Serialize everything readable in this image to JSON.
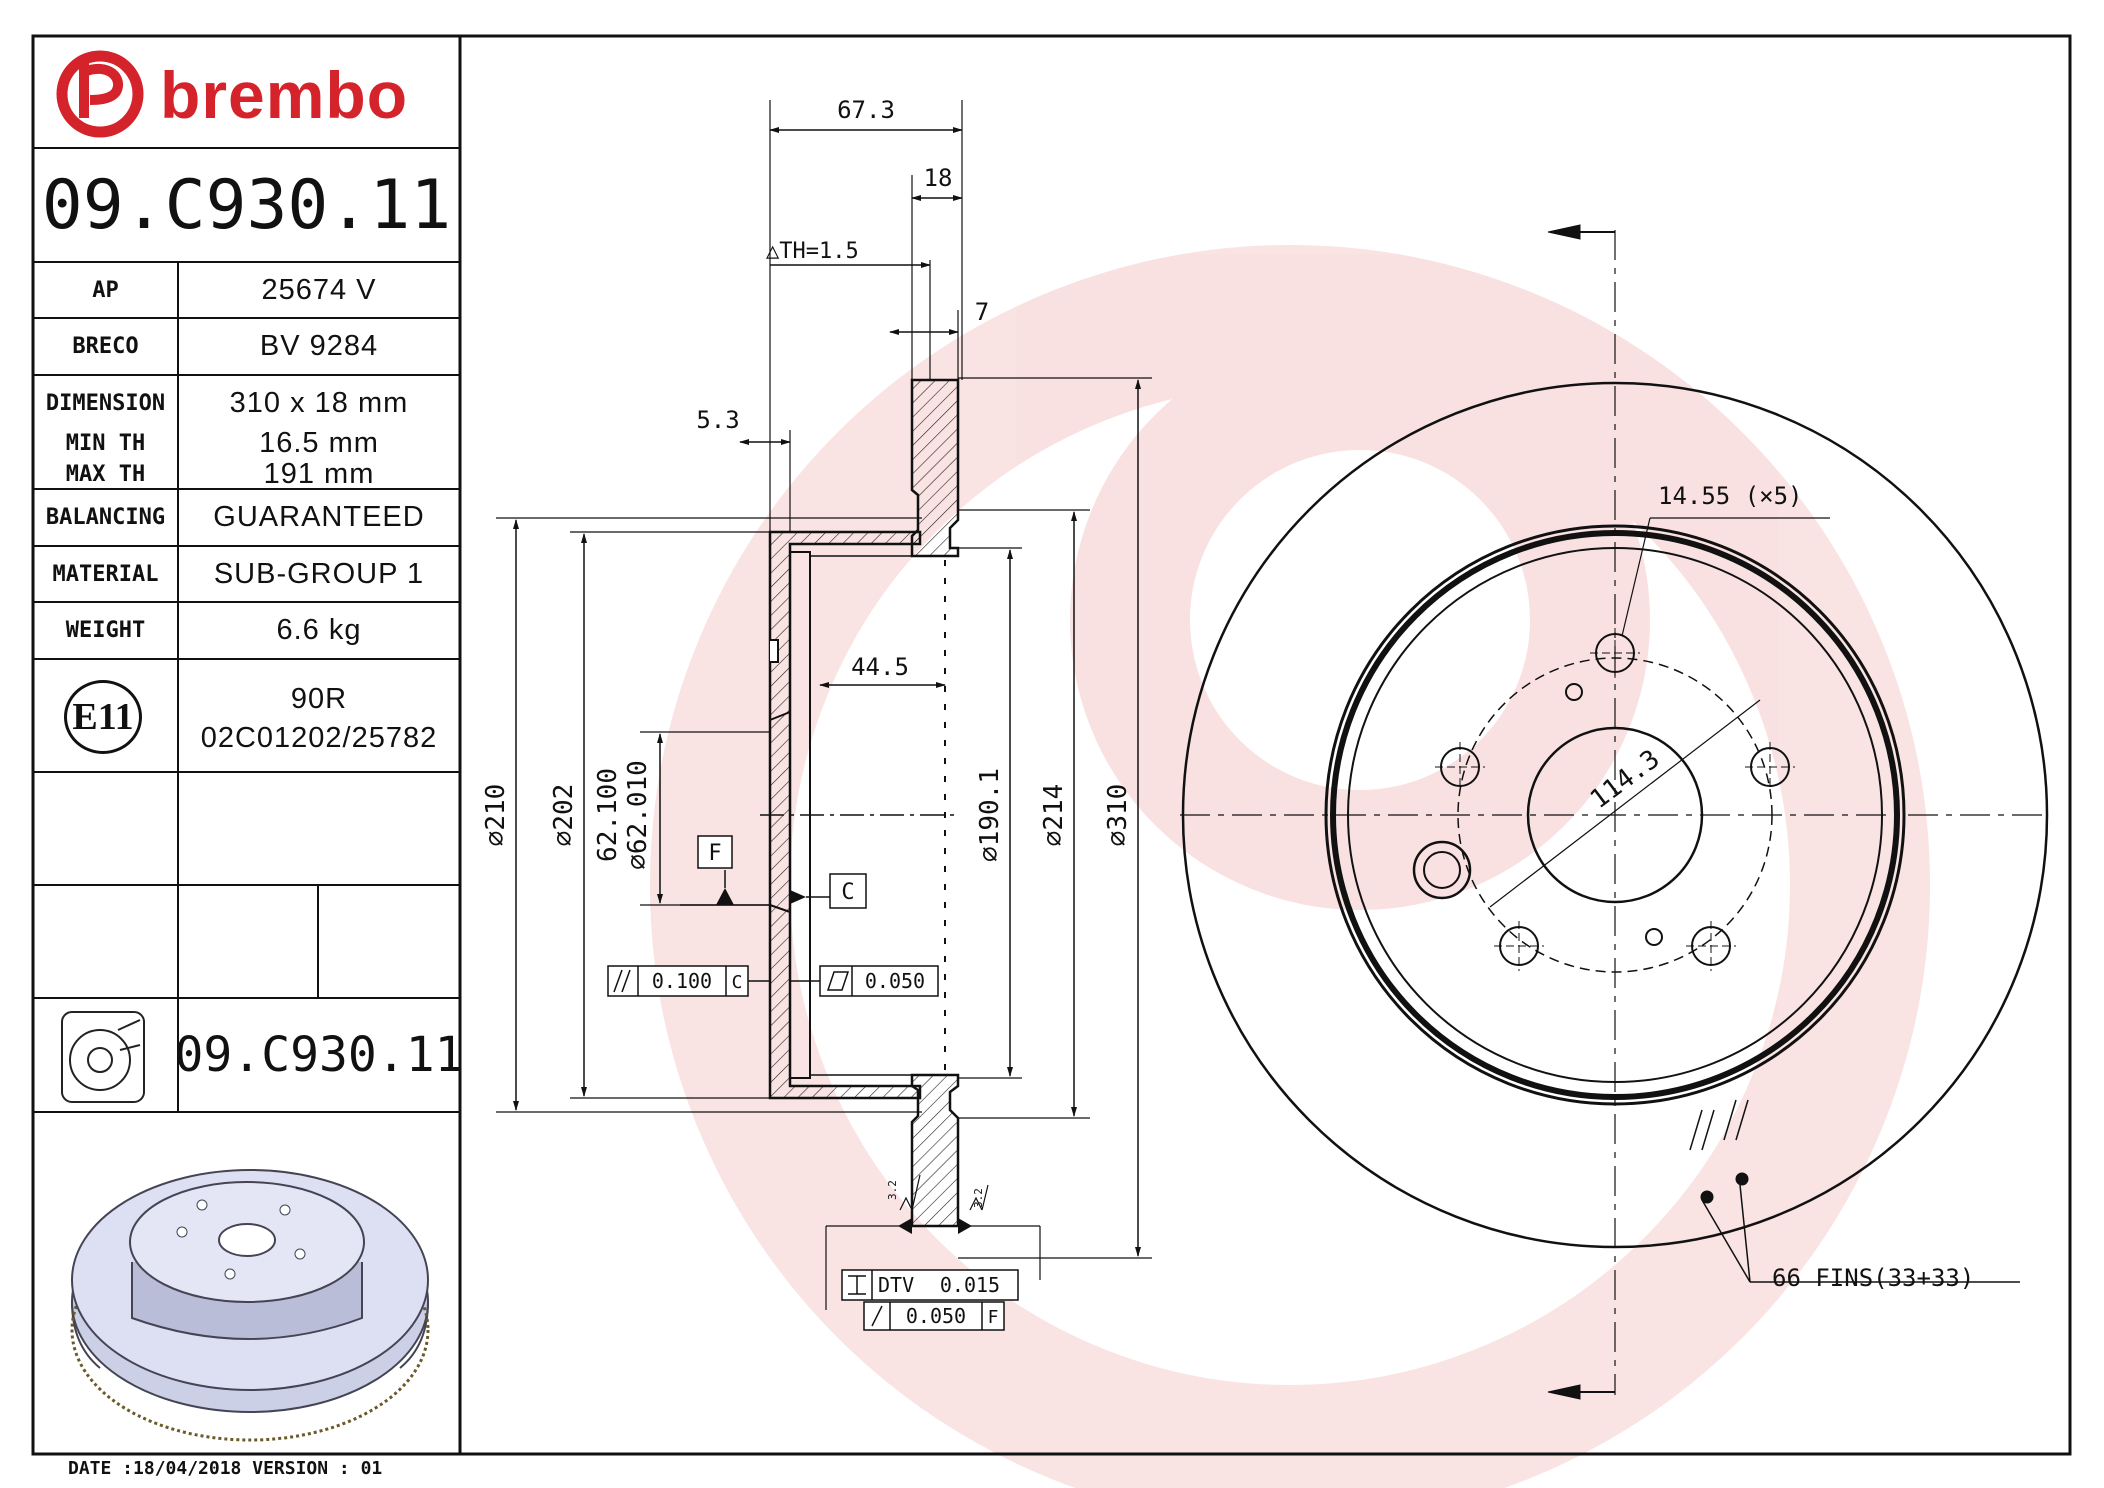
{
  "brand": {
    "name": "brembo",
    "color": "#d4232a"
  },
  "part_number": "09.C930.11",
  "specs": [
    {
      "label": "AP",
      "value": "25674 V"
    },
    {
      "label": "BRECO",
      "value": "BV 9284"
    },
    {
      "label": "DIMENSION",
      "value": "310 x 18 mm"
    },
    {
      "label": "MIN TH",
      "value": "16.5 mm"
    },
    {
      "label": "MAX TH",
      "value": "191 mm"
    },
    {
      "label": "BALANCING",
      "value": "GUARANTEED"
    },
    {
      "label": "MATERIAL",
      "value": "SUB-GROUP 1"
    },
    {
      "label": "WEIGHT",
      "value": "6.6 kg"
    }
  ],
  "approval": {
    "mark": "E11",
    "line1": "90R",
    "line2": "02C01202/25782"
  },
  "bottom_part_number": "09.C930.11",
  "footer": "DATE :18/04/2018 VERSION : 01",
  "dims": {
    "overall_width": "67.3",
    "disc_thickness": "18",
    "delta_th": "△TH=1.5",
    "seven": "7",
    "hat_thick": "5.3",
    "hat_depth": "44.5",
    "d210": "⌀210",
    "d202": "⌀202",
    "bore_max": "62.100",
    "bore_min": "⌀62.010",
    "d190": "⌀190.1",
    "d214": "⌀214",
    "d310": "⌀310",
    "hole": "14.55 (×5)",
    "pcd": "114.3",
    "fins": "66 FINS(33+33)",
    "datum_f": "F",
    "datum_c": "C",
    "parallel_val": "0.100",
    "parallel_ref": "C",
    "flat_val": "0.050",
    "dtv_label": "DTV",
    "dtv_val": "0.015",
    "runout_val": "0.050",
    "runout_ref": "F",
    "rough1": "3.2",
    "rough2": "3.2"
  }
}
